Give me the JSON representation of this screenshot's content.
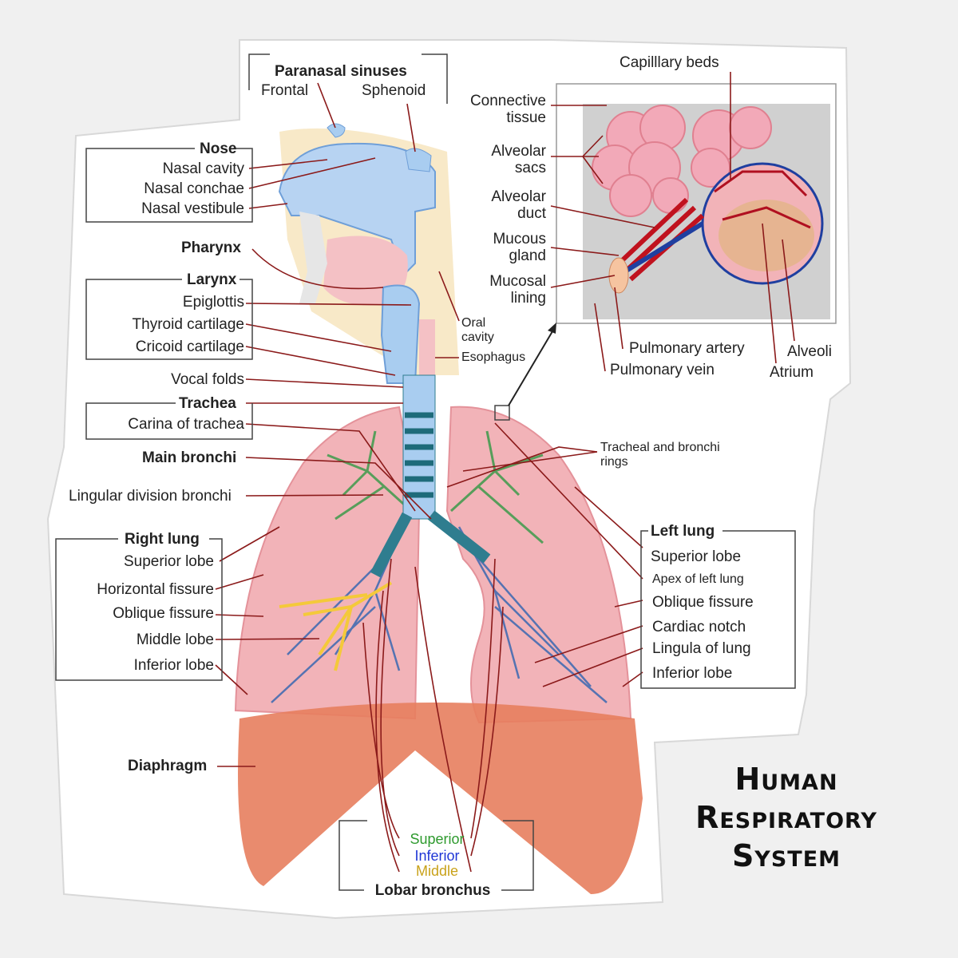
{
  "title": [
    "Human",
    "Respiratory",
    "System"
  ],
  "labels": {
    "paranasal_sinuses": "Paranasal sinuses",
    "frontal": "Frontal",
    "sphenoid": "Sphenoid",
    "nose": "Nose",
    "nasal_cavity": "Nasal cavity",
    "nasal_conchae": "Nasal conchae",
    "nasal_vestibule": "Nasal vestibule",
    "pharynx": "Pharynx",
    "larynx": "Larynx",
    "epiglottis": "Epiglottis",
    "thyroid_cartilage": "Thyroid cartilage",
    "cricoid_cartilage": "Cricoid cartilage",
    "vocal_folds": "Vocal folds",
    "trachea": "Trachea",
    "carina": "Carina of trachea",
    "main_bronchi": "Main bronchi",
    "lingular_division": "Lingular division bronchi",
    "right_lung": "Right lung",
    "r_superior_lobe": "Superior lobe",
    "horizontal_fissure": "Horizontal fissure",
    "r_oblique_fissure": "Oblique fissure",
    "middle_lobe": "Middle lobe",
    "r_inferior_lobe": "Inferior lobe",
    "diaphragm": "Diaphragm",
    "oral_cavity": "Oral\ncavity",
    "esophagus": "Esophagus",
    "tracheal_rings": "Tracheal and bronchi\nrings",
    "left_lung": "Left lung",
    "l_superior_lobe": "Superior lobe",
    "apex_left_lung": "Apex of left lung",
    "l_oblique_fissure": "Oblique fissure",
    "cardiac_notch": "Cardiac notch",
    "lingula": "Lingula of lung",
    "l_inferior_lobe": "Inferior lobe",
    "capillary_beds": "Capilllary beds",
    "connective_tissue": "Connective\ntissue",
    "alveolar_sacs": "Alveolar\nsacs",
    "alveolar_duct": "Alveolar\nduct",
    "mucous_gland": "Mucous\ngland",
    "mucosal_lining": "Mucosal\nlining",
    "pulmonary_artery": "Pulmonary artery",
    "pulmonary_vein": "Pulmonary vein",
    "alveoli": "Alveoli",
    "atrium": "Atrium",
    "lobar_superior": "Superior",
    "lobar_inferior": "Inferior",
    "lobar_middle": "Middle",
    "lobar_bronchus": "Lobar bronchus"
  },
  "colors": {
    "lung": "#f2b3b8",
    "lung_dark": "#e4929a",
    "airway": "#a9cdf0",
    "bronchi_green": "#3d9a4a",
    "bronchi_blue": "#3a67b0",
    "bronchi_yellow": "#f4c93a",
    "diaphragm": "#e77e5e",
    "leader": "#8b1a1a",
    "superior": "#2e9a2e",
    "inferior": "#1f36d6",
    "middle": "#c9a21a"
  }
}
